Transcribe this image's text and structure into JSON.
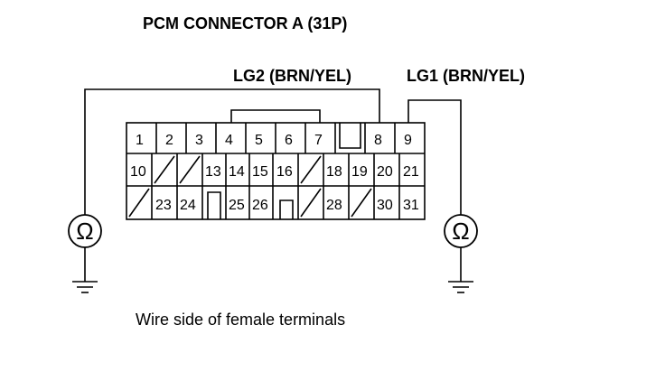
{
  "title": "PCM CONNECTOR A (31P)",
  "caption": "Wire side of female terminals",
  "wires": {
    "left": "LG2 (BRN/YEL)",
    "right": "LG1 (BRN/YEL)"
  },
  "meter_symbol": "Ω",
  "colors": {
    "ink": "#000000",
    "background": "#ffffff"
  },
  "connector": {
    "rows": [
      [
        "1",
        "2",
        "3",
        "4",
        "5",
        "6",
        "7",
        "",
        "8",
        "9"
      ],
      [
        "10",
        "",
        "",
        "13",
        "14",
        "15",
        "16",
        "",
        "18",
        "19",
        "20",
        "21"
      ],
      [
        "",
        "23",
        "24",
        "",
        "25",
        "26",
        "",
        "",
        "28",
        "",
        "30",
        "31"
      ]
    ]
  }
}
